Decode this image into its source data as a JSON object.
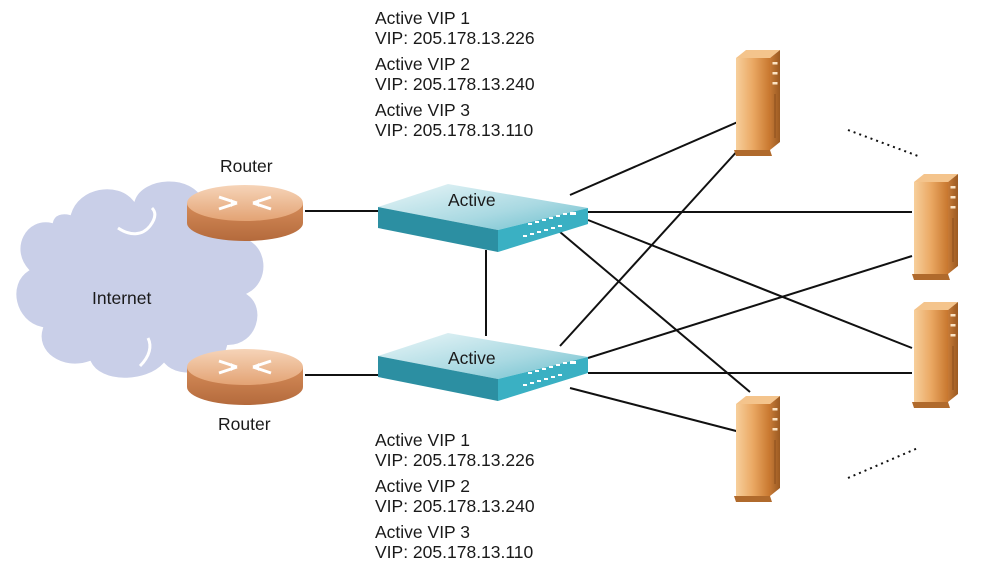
{
  "internet": {
    "label": "Internet"
  },
  "routers": [
    {
      "label": "Router"
    },
    {
      "label": "Router"
    }
  ],
  "switches": [
    {
      "label": "Active",
      "vips": [
        {
          "name": "Active VIP 1",
          "address": "VIP: 205.178.13.226"
        },
        {
          "name": "Active VIP 2",
          "address": "VIP: 205.178.13.240"
        },
        {
          "name": "Active VIP 3",
          "address": "VIP: 205.178.13.110"
        }
      ]
    },
    {
      "label": "Active",
      "vips": [
        {
          "name": "Active VIP 1",
          "address": "VIP: 205.178.13.226"
        },
        {
          "name": "Active VIP 2",
          "address": "VIP: 205.178.13.240"
        },
        {
          "name": "Active VIP 3",
          "address": "VIP: 205.178.13.110"
        }
      ]
    }
  ],
  "colors": {
    "cloud": "#c9cfe8",
    "router": "#e3a374",
    "switch": "#36a2b4",
    "server": "#e09448",
    "line": "#111111"
  },
  "icons": [
    "cloud-icon",
    "router-icon",
    "switch-icon",
    "server-icon"
  ]
}
